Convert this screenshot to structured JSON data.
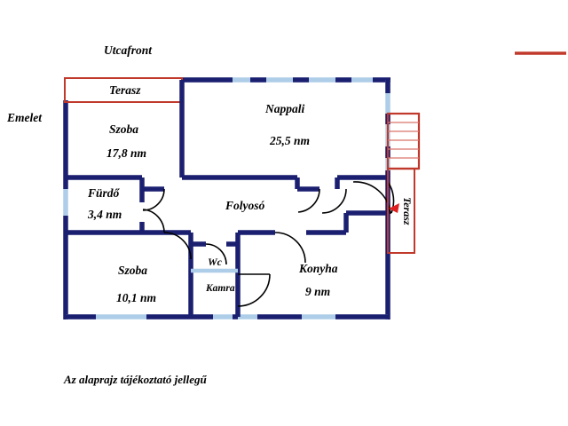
{
  "document": {
    "type": "floor-plan",
    "language": "hu",
    "background_color": "#ffffff"
  },
  "annotations": {
    "top_label": "Utcafront",
    "left_label": "Emelet",
    "caption": "Az alaprajz tájékoztató jellegű"
  },
  "palette": {
    "wall": "#1b1f70",
    "window": "#aecde8",
    "terrace_outline": "#c0392b",
    "stairs": "#d9736a",
    "arrow": "#e02020",
    "text": "#000000",
    "background": "#ffffff"
  },
  "rooms": [
    {
      "id": "terasz-top",
      "name": "Terasz",
      "area": "",
      "outline": "red"
    },
    {
      "id": "szoba-1",
      "name": "Szoba",
      "area": "17,8 nm",
      "outline": "navy"
    },
    {
      "id": "nappali",
      "name": "Nappali",
      "area": "25,5 nm",
      "outline": "navy"
    },
    {
      "id": "furdo",
      "name": "Fürdő",
      "area": "3,4 nm",
      "outline": "navy"
    },
    {
      "id": "folyoso",
      "name": "Folyosó",
      "area": "",
      "outline": "navy"
    },
    {
      "id": "szoba-2",
      "name": "Szoba",
      "area": "10,1 nm",
      "outline": "navy"
    },
    {
      "id": "wc",
      "name": "Wc",
      "area": "",
      "outline": "navy"
    },
    {
      "id": "kamra",
      "name": "Kamra",
      "area": "",
      "outline": "navy"
    },
    {
      "id": "konyha",
      "name": "Konyha",
      "area": "9 nm",
      "outline": "navy"
    },
    {
      "id": "terasz-right",
      "name": "Terasz",
      "area": "",
      "outline": "red"
    }
  ],
  "features": {
    "staircase_label": "staircase",
    "staircase_steps": 6,
    "entry_arrow_label": "entry-arrow",
    "accent_bar_label": "accent-bar"
  }
}
